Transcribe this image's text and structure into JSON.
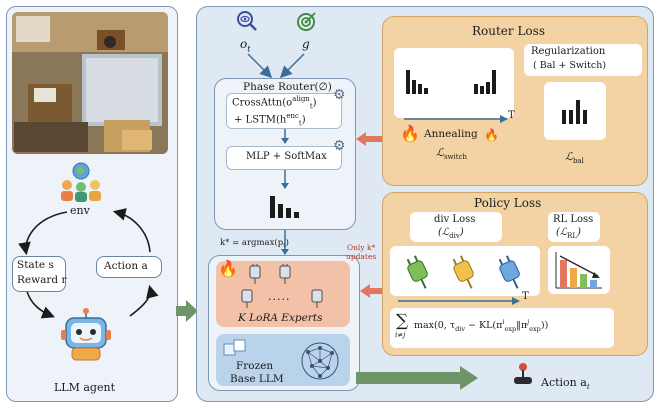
{
  "left": {
    "env_label": "env",
    "state_line1": "State s",
    "state_line2": "Reward r",
    "action_label": "Action a",
    "agent_label": "LLM agent"
  },
  "inputs": {
    "obs": "o",
    "obs_sub": "t",
    "goal": "g"
  },
  "router": {
    "title": "Phase Router(∅)",
    "line1": "CrossAttn(o",
    "line1_sup": "align",
    "line1_sub": "t",
    "line2": "+ LSTM(h",
    "line2_sup": "enc",
    "line2_sub": "t",
    "mlp": "MLP + SoftMax"
  },
  "argmax": "k* = argmax(p",
  "argmax_sub": "t",
  "only_updates_line1": "Only k*",
  "only_updates_line2": "updates",
  "experts_label": "K LoRA Experts",
  "experts_dots": ".....",
  "frozen_line1": "Frozen",
  "frozen_line2": "Base LLM",
  "action_out": "Action a",
  "action_out_sub": "t",
  "router_loss": {
    "title": "Router Loss",
    "annealing": "Annealing",
    "T": "T",
    "switch": "ℒ",
    "switch_sub": "switch",
    "reg_title": "Regularization",
    "reg_sub": "( Bal + Switch)",
    "bal": "ℒ",
    "bal_sub": "bal"
  },
  "policy_loss": {
    "title": "Policy Loss",
    "div_title": "div Loss",
    "div_sub": "(ℒ",
    "div_sub2": "div",
    "rl_title": "RL Loss",
    "rl_sub": "(ℒ",
    "rl_sub2": "RL",
    "T": "T",
    "formula": "max(0, τ",
    "formula_div": "div",
    "formula_rest": "− KL(π",
    "formula_exp1": "exp",
    "formula_mid": "‖π",
    "formula_exp2": "exp",
    "sum_sym": "∑",
    "sum_sub": "i≠j",
    "i": "i",
    "j": "j"
  },
  "colors": {
    "panel_border": "#7d97b5",
    "orange_fill": "#f3d3a3",
    "blue_fill": "#dfe9f4",
    "arrow_green": "#6f9468",
    "arrow_red": "#e3765e",
    "expert_fill": "#f2c1a7",
    "frozen_fill": "#b9d3ea"
  }
}
